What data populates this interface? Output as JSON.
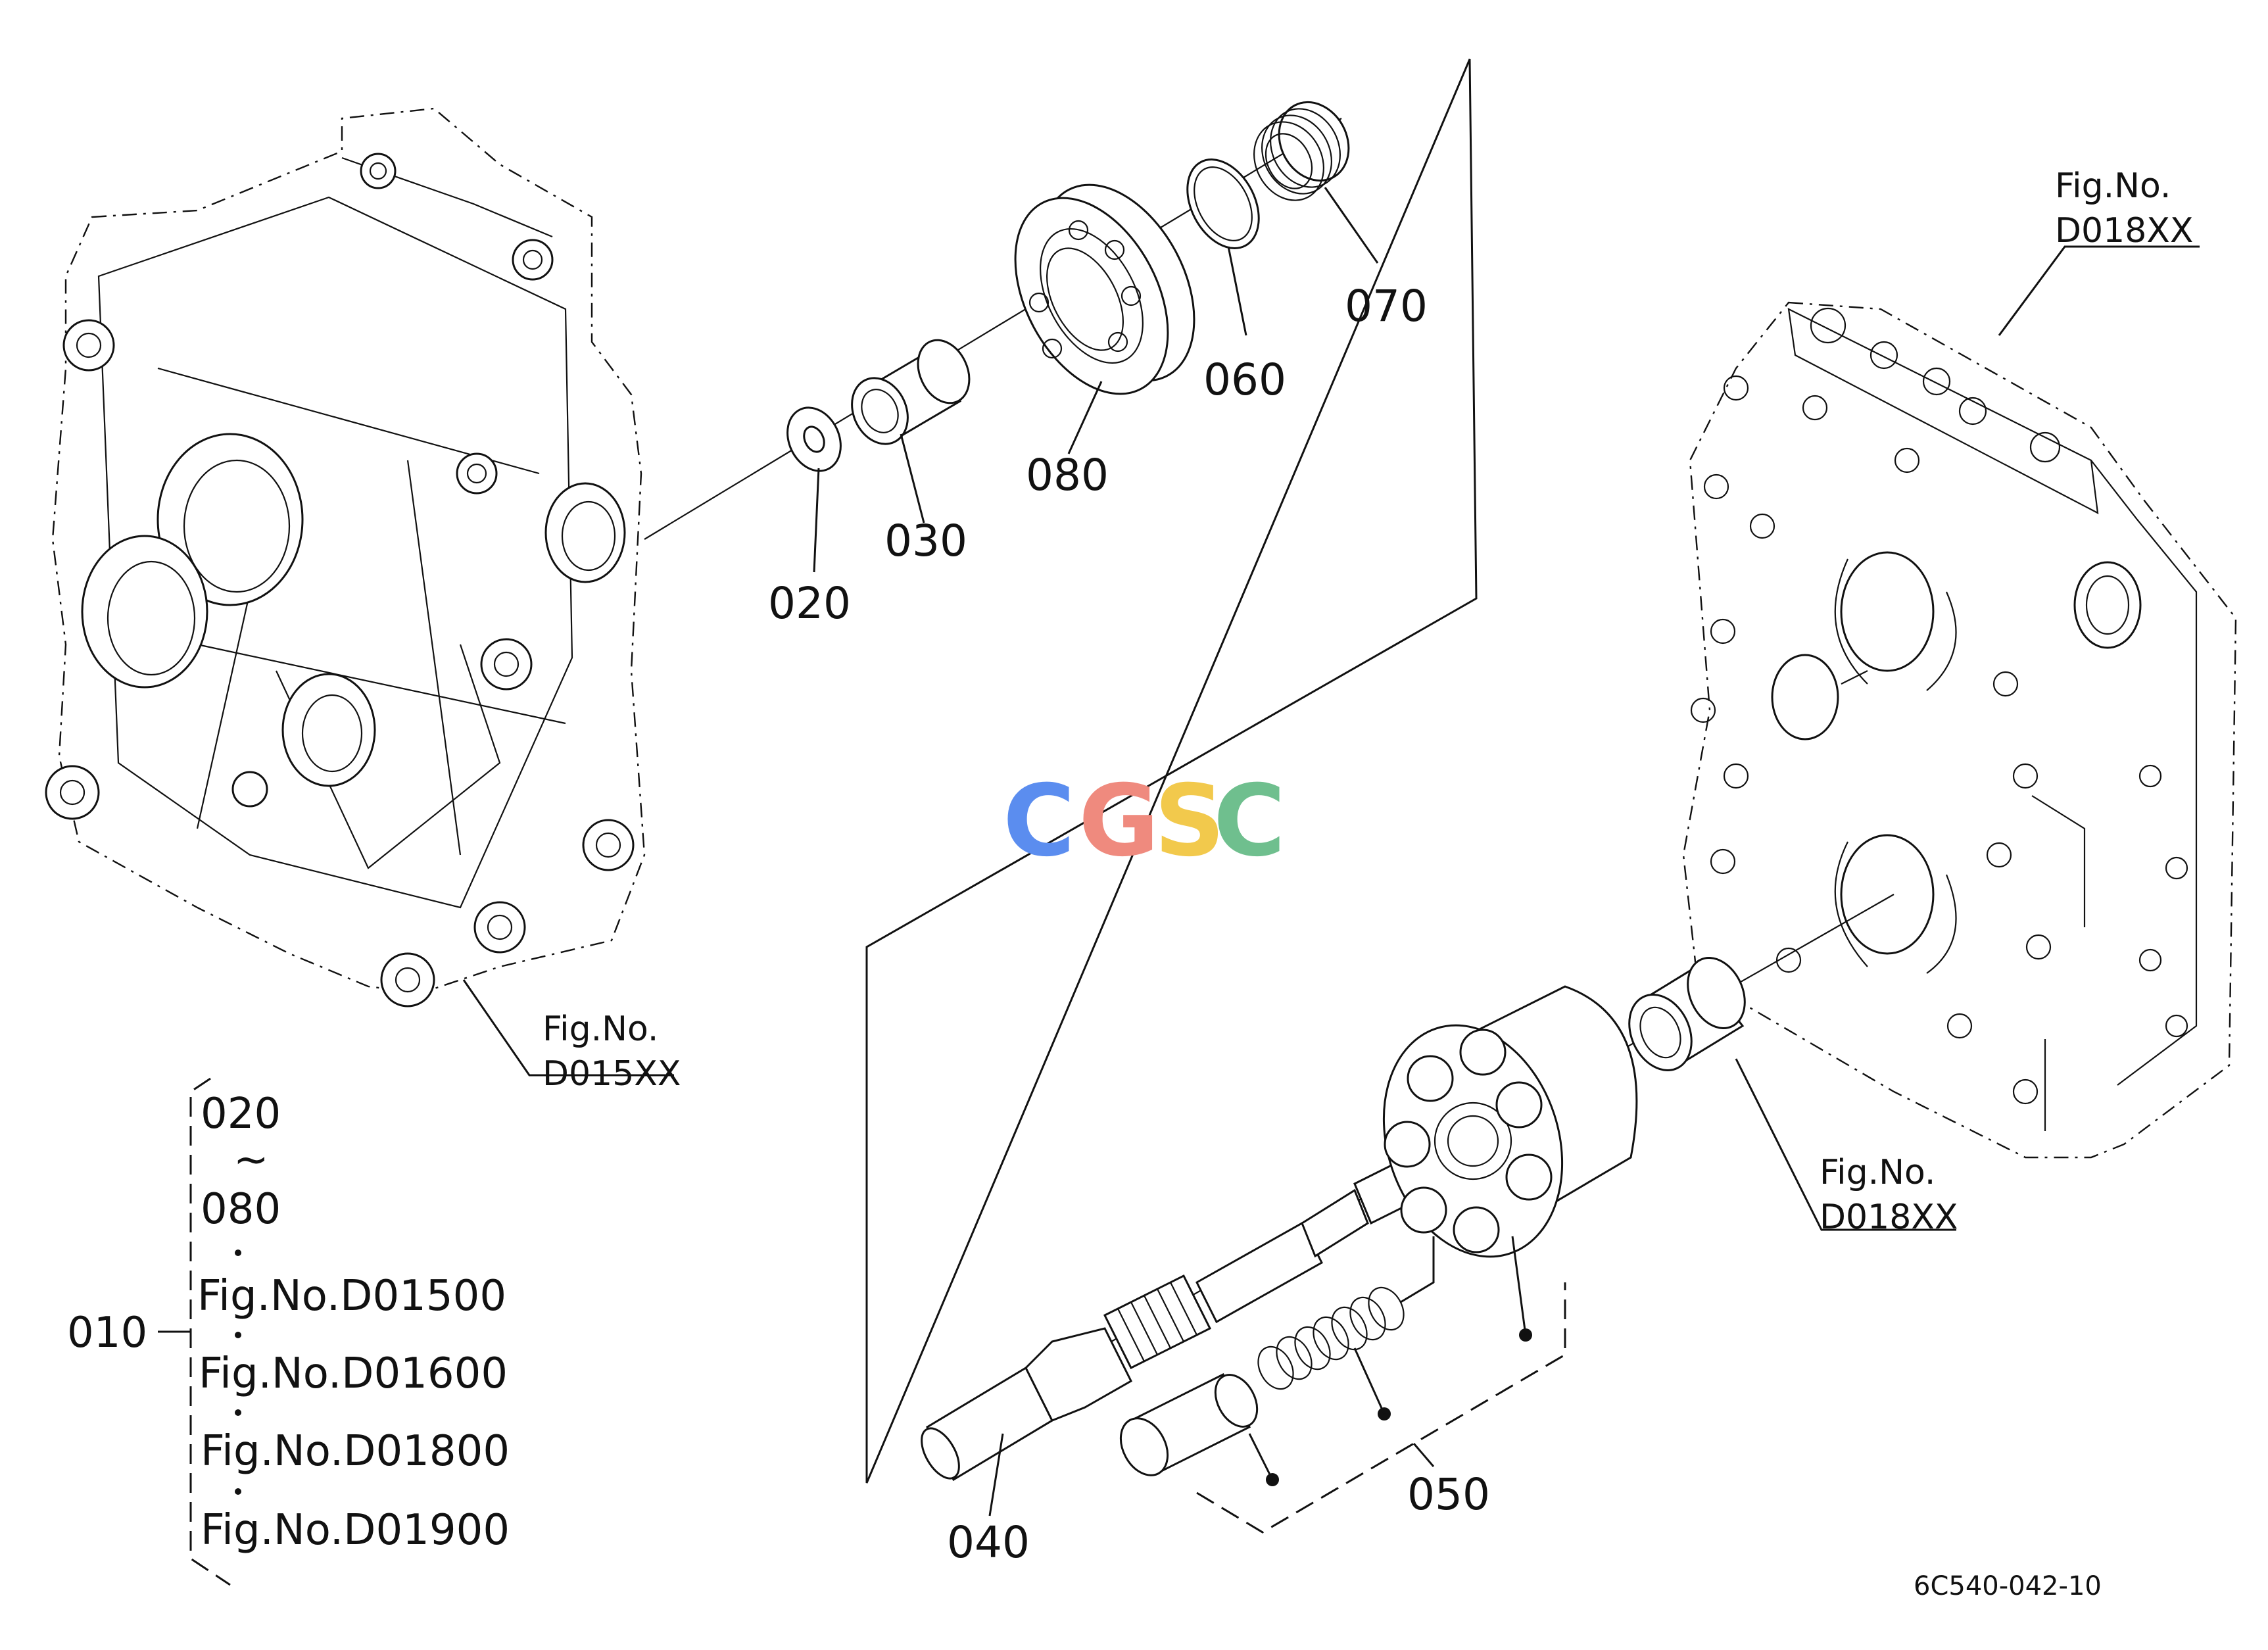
{
  "watermark": {
    "letters": [
      "C",
      "G",
      "S",
      "C"
    ],
    "colors": [
      "#5b8def",
      "#ef8a7e",
      "#f2c94c",
      "#6fbf8e"
    ]
  },
  "callouts": {
    "p020": "020",
    "p030": "030",
    "p040": "040",
    "p050": "050",
    "p060": "060",
    "p070": "070",
    "p080": "080"
  },
  "figure_refs": {
    "top_right": {
      "line1": "Fig.No.",
      "line2": "D018XX"
    },
    "left_housing": {
      "line1": "Fig.No.",
      "line2": "D015XX"
    },
    "bottom_right": {
      "line1": "Fig.No.",
      "line2": "D018XX"
    }
  },
  "assembly_key": {
    "assembly": "010",
    "range_start": "020",
    "range_sep": "~",
    "range_end": "080",
    "figures": [
      "Fig.No.D01500",
      "Fig.No.D01600",
      "Fig.No.D01800",
      "Fig.No.D01900"
    ]
  },
  "drawing_code": "6C540-042-10"
}
